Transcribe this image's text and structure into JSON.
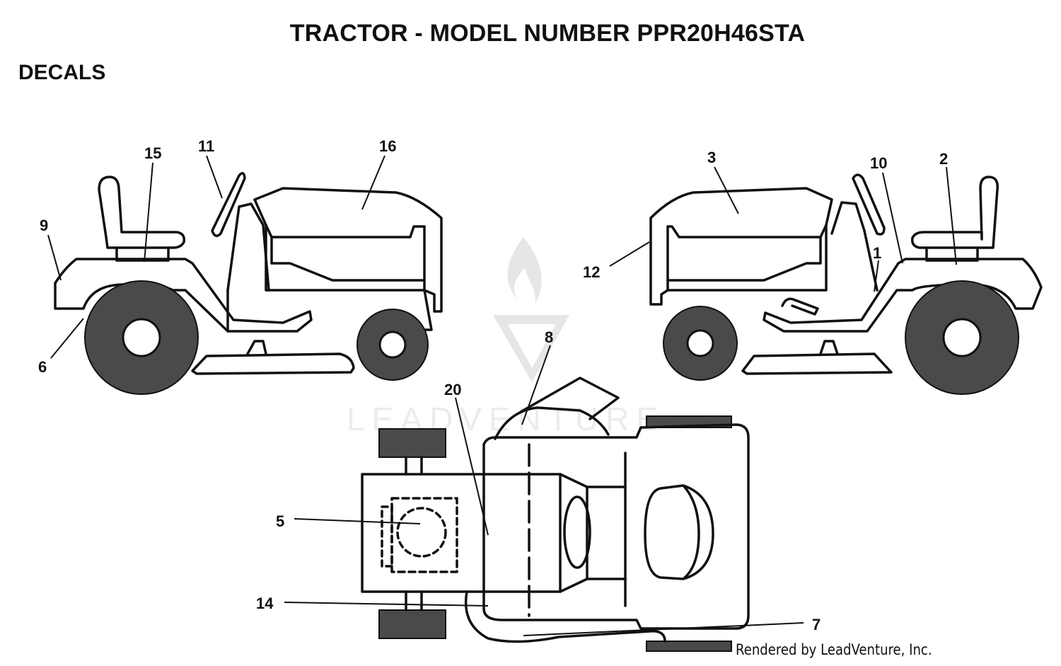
{
  "title": "TRACTOR - MODEL NUMBER PPR20H46STA",
  "section": "DECALS",
  "credit": "Rendered by LeadVenture, Inc.",
  "watermark": "LEADVENTURE",
  "callouts": {
    "c1": "1",
    "c2": "2",
    "c3": "3",
    "c5": "5",
    "c6": "6",
    "c7": "7",
    "c8": "8",
    "c9": "9",
    "c10": "10",
    "c11": "11",
    "c12": "12",
    "c14": "14",
    "c15": "15",
    "c16": "16",
    "c20": "20"
  }
}
